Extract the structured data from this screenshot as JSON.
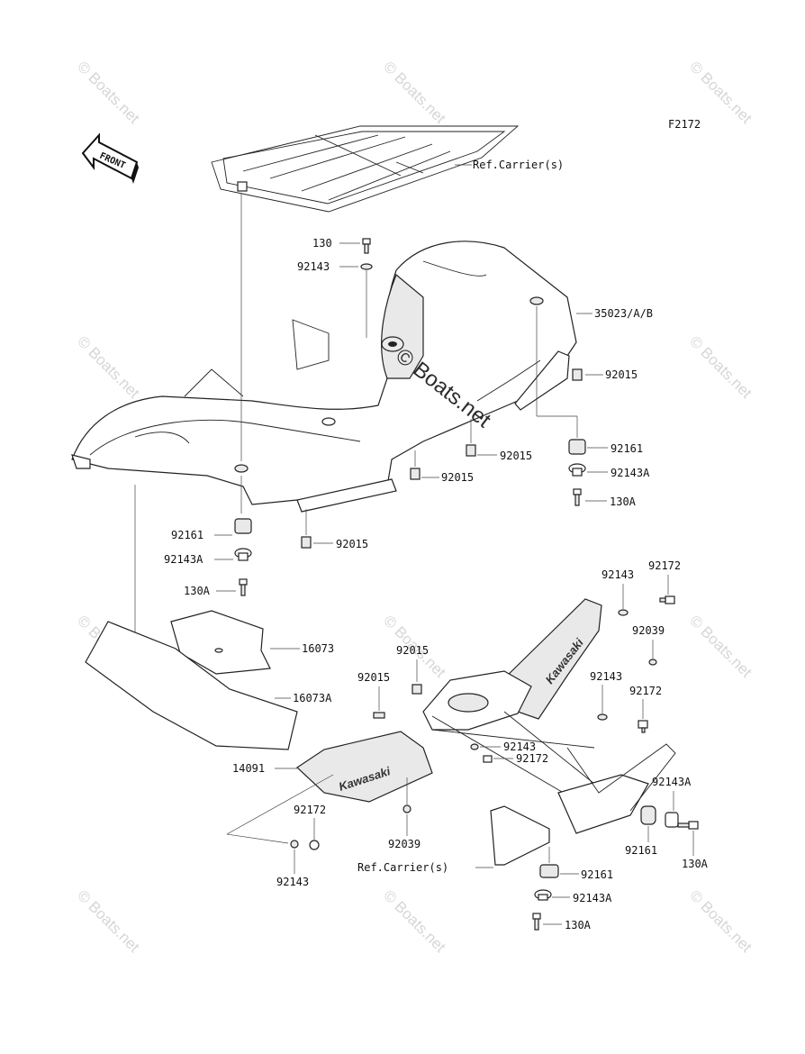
{
  "figure_code": "F2172",
  "front_label": "FRONT",
  "watermark_text": "© Boats.net",
  "center_watermark": "© Boats.net",
  "callouts": {
    "ref_carrier_top": "Ref.Carrier(s)",
    "c130": "130",
    "c92143_top": "92143",
    "c35023": "35023/A/B",
    "c92015_r1": "92015",
    "c92015_r2": "92015",
    "c92015_m": "92015",
    "c92161_r": "92161",
    "c92143A_r": "92143A",
    "c130A_r": "130A",
    "c92161_l": "92161",
    "c92143A_l": "92143A",
    "c130A_l": "130A",
    "c92015_l": "92015",
    "c16073": "16073",
    "c16073A": "16073A",
    "c92143_lr": "92143",
    "c92172_lr": "92172",
    "c92039_r": "92039",
    "c92143_mr": "92143",
    "c92172_mr": "92172",
    "c92015_lc1": "92015",
    "c92015_lc2": "92015",
    "c92143_lc": "92143",
    "c92172_lc": "92172",
    "c14091": "14091",
    "c92172_bl": "92172",
    "c92143_bl": "92143",
    "c92039_b": "92039",
    "ref_carrier_bottom": "Ref.Carrier(s)",
    "c92143A_br": "92143A",
    "c92161_br": "92161",
    "c130A_br": "130A",
    "c92161_bb": "92161",
    "c92143A_bb": "92143A",
    "c130A_bb": "130A"
  },
  "brand_decal": "Kawasaki"
}
